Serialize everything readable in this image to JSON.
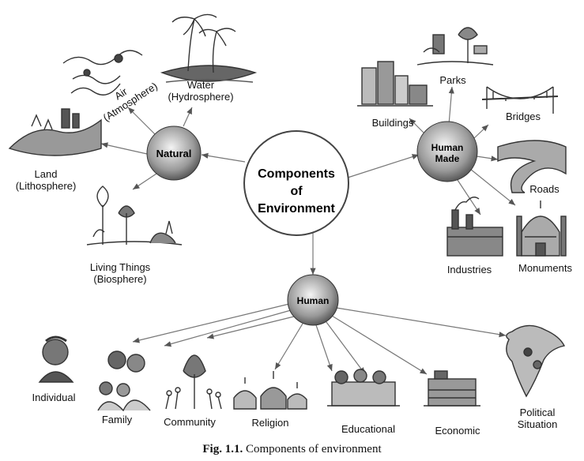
{
  "center": {
    "line1": "Components",
    "line2": "of",
    "line3": "Environment"
  },
  "hubs": {
    "natural": "Natural",
    "human_made_1": "Human",
    "human_made_2": "Made",
    "human": "Human"
  },
  "natural": {
    "air_1": "Air",
    "air_2": "(Atmosphere)",
    "water_1": "Water",
    "water_2": "(Hydrosphere)",
    "land_1": "Land",
    "land_2": "(Lithosphere)",
    "living_1": "Living Things",
    "living_2": "(Biosphere)"
  },
  "human_made": {
    "parks": "Parks",
    "buildings": "Buildings",
    "bridges": "Bridges",
    "roads": "Roads",
    "industries": "Industries",
    "monuments": "Monuments"
  },
  "human": {
    "individual": "Individual",
    "family": "Family",
    "community": "Community",
    "religion": "Religion",
    "educational": "Educational",
    "economic": "Economic",
    "political_1": "Political",
    "political_2": "Situation"
  },
  "caption": {
    "fig": "Fig. 1.1.",
    "text": "Components of environment"
  }
}
